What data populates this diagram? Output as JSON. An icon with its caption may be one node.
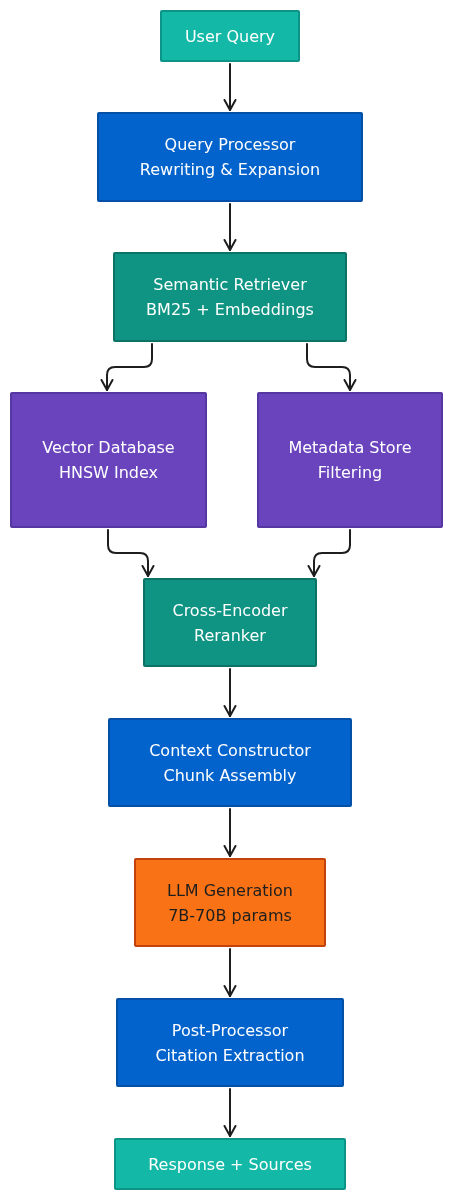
{
  "diagram": {
    "nodes": [
      {
        "text": [
          "User Query"
        ]
      },
      {
        "text": [
          "Query Processor",
          "Rewriting & Expansion"
        ]
      },
      {
        "text": [
          "Semantic Retriever",
          "BM25 + Embeddings"
        ]
      },
      {
        "text": [
          "Vector Database",
          "HNSW Index"
        ]
      },
      {
        "text": [
          "Metadata Store",
          "Filtering"
        ]
      },
      {
        "text": [
          "Cross-Encoder",
          "Reranker"
        ]
      },
      {
        "text": [
          "Context Constructor",
          "Chunk Assembly"
        ]
      },
      {
        "text": [
          "LLM Generation",
          "7B-70B params"
        ]
      },
      {
        "text": [
          "Post-Processor",
          "Citation Extraction"
        ]
      },
      {
        "text": [
          "Response + Sources"
        ]
      }
    ],
    "edges": [
      {
        "from": 0,
        "to": 1,
        "arrow": "to"
      },
      {
        "from": 1,
        "to": 2,
        "arrow": "to"
      },
      {
        "from": 2,
        "to": 3,
        "arrow": "to"
      },
      {
        "from": 2,
        "to": 4,
        "arrow": "to"
      },
      {
        "from": 3,
        "to": 5,
        "arrow": "to"
      },
      {
        "from": 4,
        "to": 5,
        "arrow": "to"
      },
      {
        "from": 5,
        "to": 6,
        "arrow": "to"
      },
      {
        "from": 6,
        "to": 7,
        "arrow": "to"
      },
      {
        "from": 7,
        "to": 8,
        "arrow": "to"
      },
      {
        "from": 8,
        "to": 9,
        "arrow": "to"
      }
    ]
  }
}
